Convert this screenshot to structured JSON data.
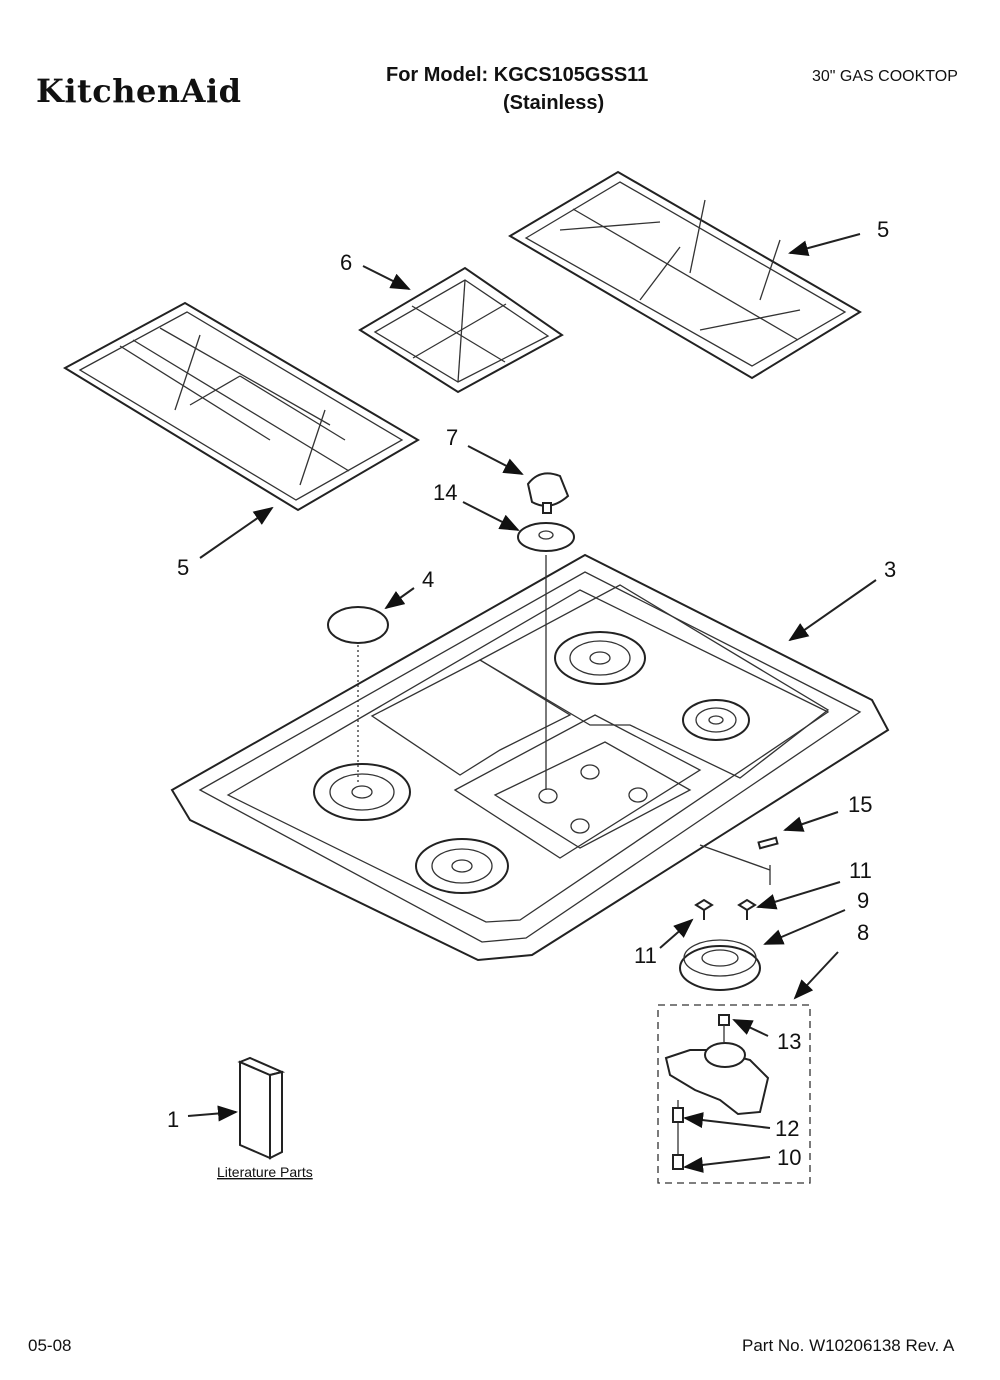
{
  "header": {
    "brand": "KitchenAid",
    "model_line": "For Model: KGCS105GSS11",
    "finish": "(Stainless)",
    "product_type": "30\" GAS COOKTOP"
  },
  "footer": {
    "date": "05-08",
    "part_number": "Part No. W10206138 Rev. A"
  },
  "diagram": {
    "callouts": [
      "1",
      "3",
      "4",
      "5",
      "5",
      "6",
      "7",
      "8",
      "9",
      "10",
      "11",
      "11",
      "12",
      "13",
      "14",
      "15"
    ],
    "literature_caption": "Literature Parts"
  }
}
